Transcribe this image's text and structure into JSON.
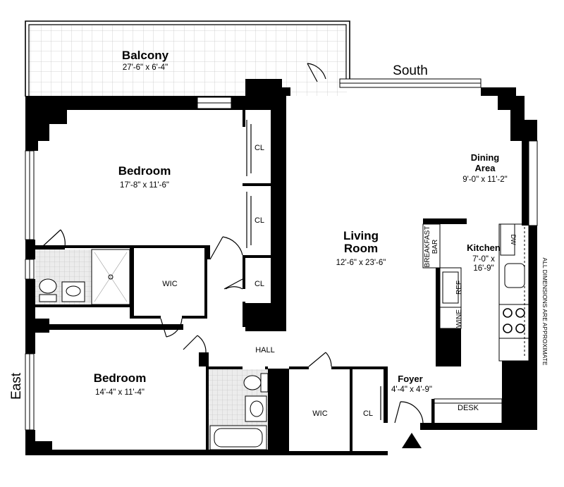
{
  "rooms": {
    "balcony": {
      "name": "Balcony",
      "dims": "27'-6\" x 6'-4\""
    },
    "bedroom1": {
      "name": "Bedroom",
      "dims": "17'-8\" x 11'-6\""
    },
    "bedroom2": {
      "name": "Bedroom",
      "dims": "14'-4\" x 11'-4\""
    },
    "living": {
      "name_line1": "Living",
      "name_line2": "Room",
      "dims": "12'-6\" x 23'-6\""
    },
    "dining": {
      "name_line1": "Dining",
      "name_line2": "Area",
      "dims": "9'-0\" x 11'-2\""
    },
    "kitchen": {
      "name": "Kitchen",
      "dims_line1": "7'-0\" x",
      "dims_line2": "16'-9\""
    },
    "foyer": {
      "name": "Foyer",
      "dims": "4'-4\" x 4'-9\""
    }
  },
  "labels": {
    "closet": "CL",
    "wic": "WIC",
    "hall": "HALL",
    "desk": "DESK",
    "ref": "REF",
    "wine": "WINE",
    "dw": "DW",
    "breakfast_line1": "BREAKFAST",
    "breakfast_line2": "BAR"
  },
  "compass": {
    "south": "South",
    "east": "East"
  },
  "note": "ALL DIMENSIONS ARE APPROXIMATE"
}
